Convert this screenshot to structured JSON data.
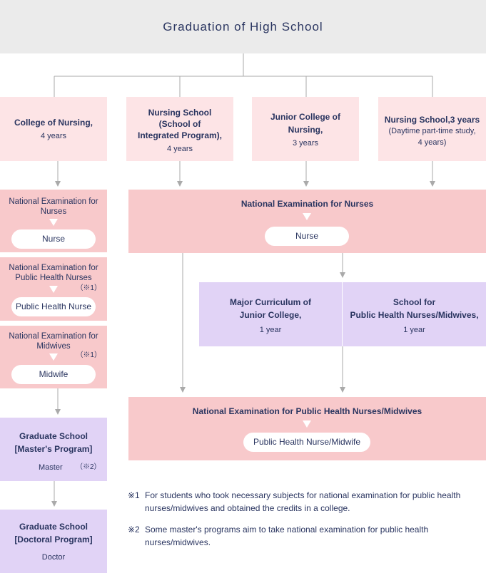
{
  "top": {
    "title": "Graduation of High School"
  },
  "schools": [
    {
      "name": "College of Nursing,",
      "duration": "4 years"
    },
    {
      "name": "Nursing School\n(School of\nIntegrated Program),",
      "duration": "4 years"
    },
    {
      "name": "Junior College of\nNursing,",
      "duration": "3 years"
    },
    {
      "name": "Nursing School,3 years",
      "duration": "(Daytime part-time study,\n4 years)"
    }
  ],
  "left": {
    "exam_nurses": "National Examination for\nNurses",
    "nurse": "Nurse",
    "exam_phn": "National Examination for\nPublic Health Nurses",
    "phn_note": "（※1）",
    "phn": "Public Health Nurse",
    "exam_midwives": "National Examination for\nMidwives",
    "midwives_note": "（※1）",
    "midwife": "Midwife",
    "master_title": "Graduate School\n[Master's Program]",
    "master": "Master",
    "master_note": "（※2）",
    "doctoral_title": "Graduate School\n[Doctoral Program]",
    "doctor": "Doctor"
  },
  "right": {
    "exam_nurses": "National Examination for Nurses",
    "nurse": "Nurse",
    "major_title": "Major Curriculum of\nJunior College,",
    "major_duration": "1 year",
    "school_title": "School for\nPublic Health Nurses/Midwives,",
    "school_duration": "1 year",
    "exam_phn_mw": "National Examination for Public Health Nurses/Midwives",
    "phn_mw": "Public Health Nurse/Midwife"
  },
  "notes": [
    {
      "mark": "※1",
      "text": "For students who took necessary subjects for national examination for public health nurses/midwives and obtained the credits in a college."
    },
    {
      "mark": "※2",
      "text": "Some master's programs aim to take national examination for public health nurses/midwives."
    }
  ],
  "colors": {
    "light_pink": "#fde4e6",
    "pink": "#f8c9cb",
    "purple": "#e1d3f6",
    "gray": "#ebebeb",
    "navy": "#2a3560"
  }
}
